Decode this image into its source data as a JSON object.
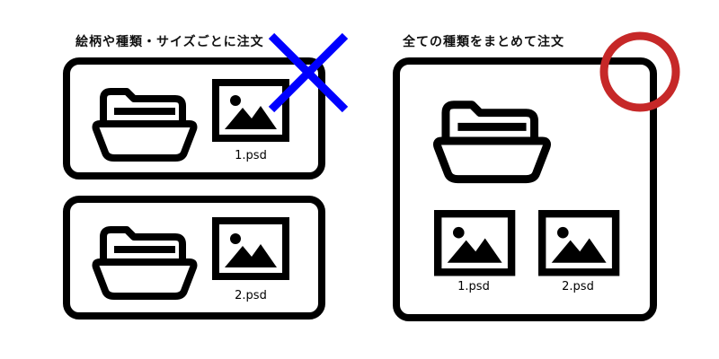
{
  "left_panel": {
    "caption": "絵柄や種類・サイズごとに注文",
    "cards": [
      {
        "file_label": "1.psd"
      },
      {
        "file_label": "2.psd"
      }
    ],
    "mark": "cross"
  },
  "right_panel": {
    "caption": "全ての種類をまとめて注文",
    "files": [
      {
        "file_label": "1.psd"
      },
      {
        "file_label": "2.psd"
      }
    ],
    "mark": "circle"
  },
  "colors": {
    "outline": "#000000",
    "cross": "#0000ff",
    "circle": "#c62828"
  },
  "icons": [
    "folder-icon",
    "image-file-icon",
    "cross-mark-icon",
    "circle-mark-icon"
  ]
}
